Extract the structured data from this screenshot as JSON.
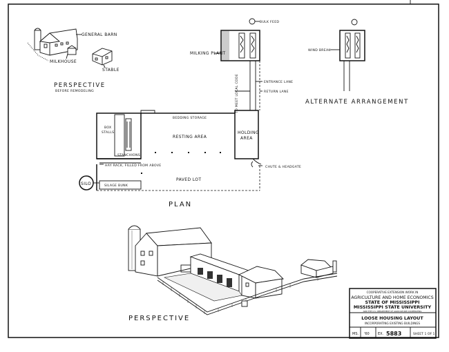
{
  "labels": {
    "general_barn": "GENERAL BARN",
    "milkhouse": "MILKHOUSE",
    "stable": "STABLE",
    "perspective_before_title": "PERSPECTIVE",
    "perspective_before_sub": "BEFORE REMODELING",
    "bulk_feed": "BULK FEED",
    "milking_plant": "MILKING PLANT",
    "entrance_lane": "ENTRANCE LANE",
    "return_lane": "RETURN LANE",
    "to_meet_local_code": "TO MEET LOCAL CODE",
    "wind_break": "WIND BREAK",
    "alternate_arrangement": "ALTERNATE ARRANGEMENT",
    "bedding_storage": "BEDDING STORAGE",
    "resting_area": "RESTING AREA",
    "holding_area_1": "HOLDING",
    "holding_area_2": "AREA",
    "box_stalls_1": "BOX",
    "box_stalls_2": "STALLS",
    "stanchions": "STANCHIONS",
    "hay_rack": "HAY RACK, FILLED FROM ABOVE",
    "chute_headgate": "CHUTE & HEADGATE",
    "silo": "SILO",
    "silage_bunk": "SILAGE BUNK",
    "paved_lot": "PAVED LOT",
    "plan": "PLAN",
    "perspective": "PERSPECTIVE"
  },
  "title_block": {
    "line1": "COOPERATIVE EXTENSION WORK IN",
    "line2": "AGRICULTURE AND HOME ECONOMICS",
    "line3": "STATE OF MISSISSIPPI",
    "line4": "MISSISSIPPI STATE UNIVERSITY",
    "line5": "AND THE U.S. DEPARTMENT OF AGRICULTURE COOPERATING",
    "drawing_title": "LOOSE HOUSING LAYOUT",
    "drawing_subtitle": "INCORPORATING EXISTING BUILDINGS",
    "state": "MS.",
    "year": "'60",
    "ex_label": "EX.",
    "ex_number": "5883",
    "sheet": "SHEET 1 OF 1"
  }
}
